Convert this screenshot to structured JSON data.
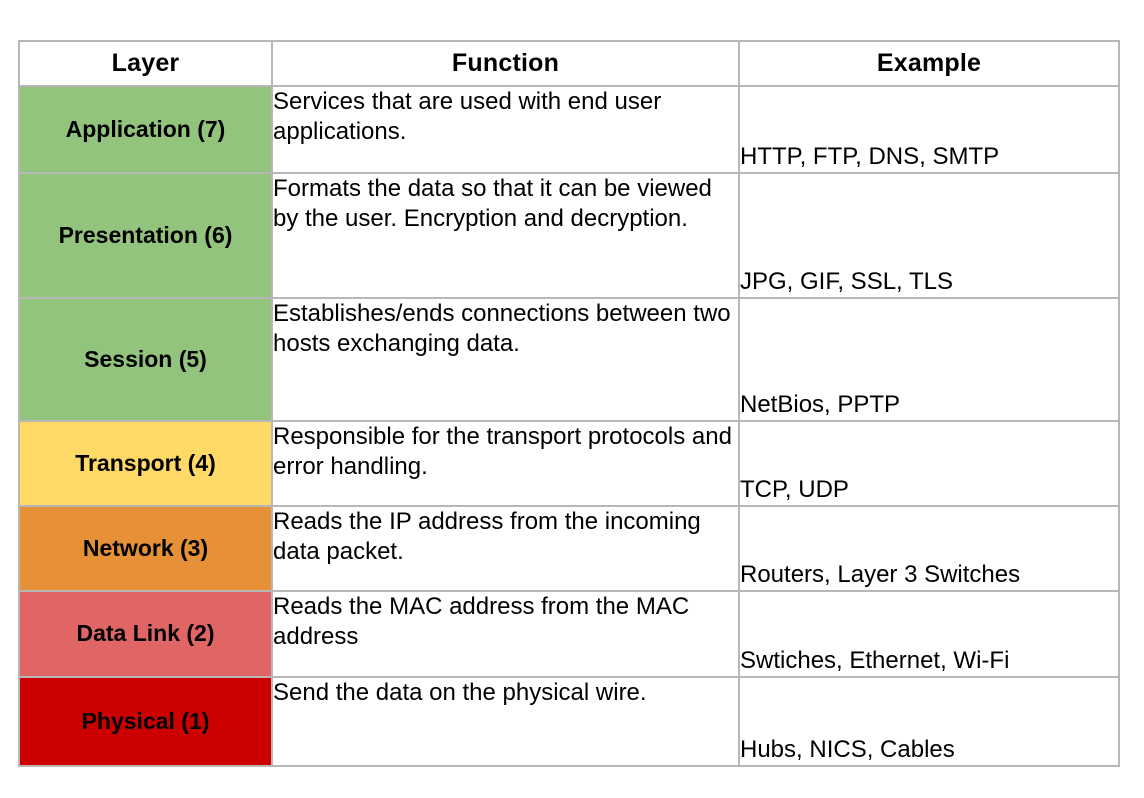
{
  "table": {
    "columns": [
      "Layer",
      "Function",
      "Example"
    ],
    "colors": {
      "green": "#93c47d",
      "yellow": "#ffd966",
      "orange": "#e69138",
      "light_red": "#e06666",
      "red": "#cc0000",
      "border": "#b7b7b7",
      "background": "#ffffff",
      "text": "#000000"
    },
    "rows": [
      {
        "layer": "Application (7)",
        "function": "Services that are used with end user applications.",
        "example": "HTTP, FTP, DNS, SMTP",
        "color": "#93c47d"
      },
      {
        "layer": "Presentation (6)",
        "function": "Formats the data so that it can be viewed by the user. Encryption and decryption.",
        "example": "JPG, GIF, SSL, TLS",
        "color": "#93c47d"
      },
      {
        "layer": "Session (5)",
        "function": "Establishes/ends connections between two hosts exchanging data.",
        "example": "NetBios, PPTP",
        "color": "#93c47d"
      },
      {
        "layer": "Transport (4)",
        "function": "Responsible for the transport protocols and error handling.",
        "example": "TCP, UDP",
        "color": "#ffd966"
      },
      {
        "layer": "Network (3)",
        "function": "Reads the IP address from the incoming data packet.",
        "example": "Routers, Layer 3 Switches",
        "color": "#e69138"
      },
      {
        "layer": "Data Link (2)",
        "function": "Reads the MAC address from the MAC address",
        "example": "Swtiches, Ethernet, Wi-Fi",
        "color": "#e06666"
      },
      {
        "layer": "Physical (1)",
        "function": "Send the data on the physical wire.",
        "example": "Hubs, NICS, Cables",
        "color": "#cc0000"
      }
    ]
  }
}
